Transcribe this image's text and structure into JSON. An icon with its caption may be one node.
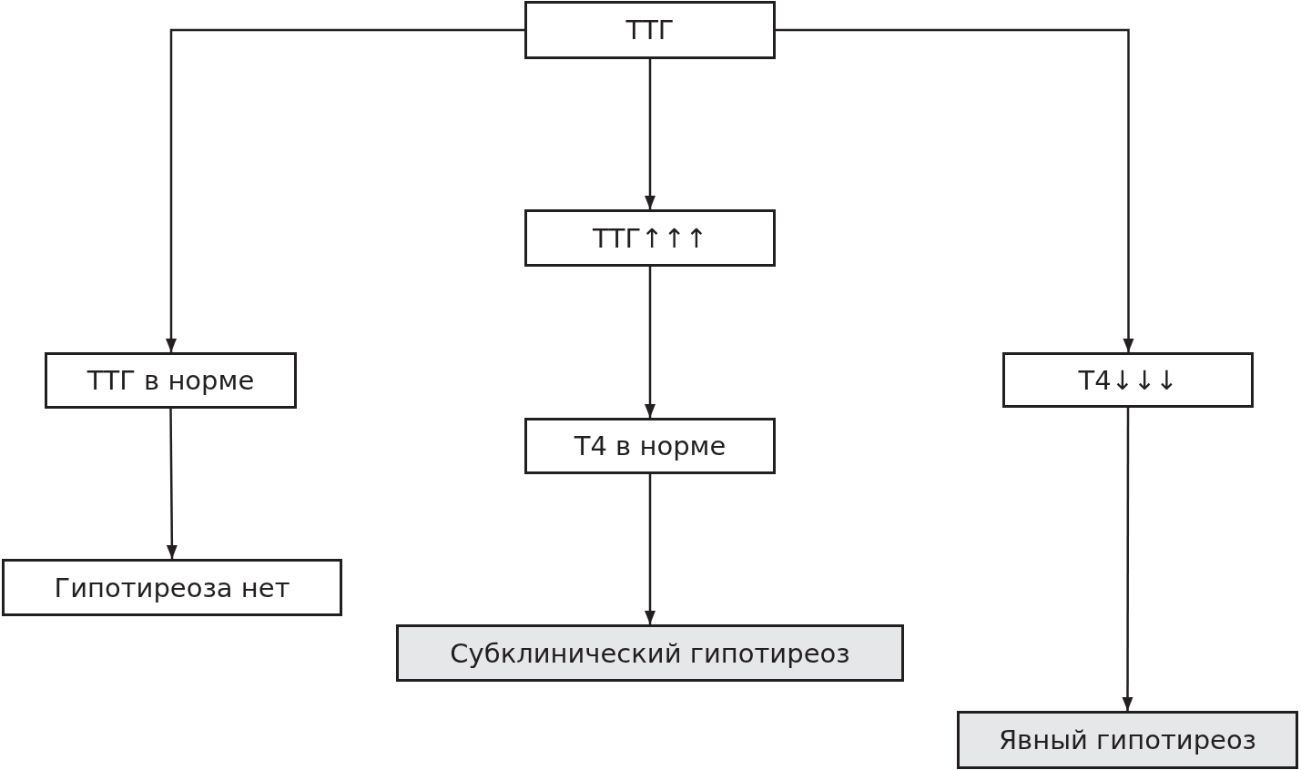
{
  "diagram": {
    "nodes": [
      {
        "text": [
          "ТТГ"
        ]
      },
      {
        "text": [
          "ТТГ в норме"
        ]
      },
      {
        "text": [
          "ТТГ↑↑↑"
        ]
      },
      {
        "text": [
          "Т4↓↓↓"
        ]
      },
      {
        "text": [
          "Гипотиреоза нет"
        ]
      },
      {
        "text": [
          "Т4 в норме"
        ]
      },
      {
        "text": [
          "Субклинический гипотиреоз"
        ]
      },
      {
        "text": [
          "Явный гипотиреоз"
        ]
      }
    ],
    "edges": [
      {
        "from": 0,
        "to": 1,
        "arrow": "to"
      },
      {
        "from": 0,
        "to": 2,
        "arrow": "to"
      },
      {
        "from": 0,
        "to": 3,
        "arrow": "to"
      },
      {
        "from": 1,
        "to": 4,
        "arrow": "to"
      },
      {
        "from": 2,
        "to": 5,
        "arrow": "to"
      },
      {
        "from": 5,
        "to": 6,
        "arrow": "to"
      },
      {
        "from": 3,
        "to": 7,
        "arrow": "to"
      }
    ]
  }
}
